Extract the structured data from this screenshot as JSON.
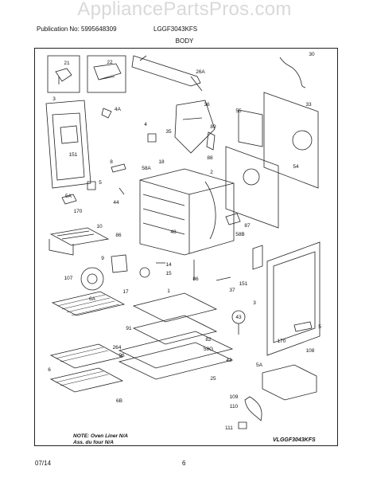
{
  "watermark": "AppliancePartsPros.com",
  "header": {
    "publication": "Publication No: 5995648309",
    "model": "LGGF3043KFS"
  },
  "title": "BODY",
  "note": {
    "line1": "NOTE: Oven Liner N/A",
    "line2": "Ass. du four N/A"
  },
  "diagram_code": "VLGGF3043KFS",
  "footer": {
    "date": "07/14",
    "page": "6"
  },
  "callouts": [
    {
      "id": "c21",
      "text": "21"
    },
    {
      "id": "c22",
      "text": "22"
    },
    {
      "id": "c26A",
      "text": "26A"
    },
    {
      "id": "c30",
      "text": "30"
    },
    {
      "id": "c3a",
      "text": "3"
    },
    {
      "id": "c4A",
      "text": "4A"
    },
    {
      "id": "c36",
      "text": "36"
    },
    {
      "id": "c55",
      "text": "55"
    },
    {
      "id": "c33",
      "text": "33"
    },
    {
      "id": "c4",
      "text": "4"
    },
    {
      "id": "c35",
      "text": "35"
    },
    {
      "id": "c89",
      "text": "89"
    },
    {
      "id": "c151a",
      "text": "151"
    },
    {
      "id": "c18",
      "text": "18"
    },
    {
      "id": "c58A",
      "text": "58A"
    },
    {
      "id": "c2",
      "text": "2"
    },
    {
      "id": "c88",
      "text": "88"
    },
    {
      "id": "c54",
      "text": "54"
    },
    {
      "id": "c8",
      "text": "8"
    },
    {
      "id": "c5a",
      "text": "5"
    },
    {
      "id": "c5A",
      "text": "5A"
    },
    {
      "id": "c170a",
      "text": "170"
    },
    {
      "id": "c44",
      "text": "44"
    },
    {
      "id": "c10",
      "text": "10"
    },
    {
      "id": "c86a",
      "text": "86"
    },
    {
      "id": "c48",
      "text": "48"
    },
    {
      "id": "c87",
      "text": "87"
    },
    {
      "id": "c58B",
      "text": "58B"
    },
    {
      "id": "c9",
      "text": "9"
    },
    {
      "id": "c14",
      "text": "14"
    },
    {
      "id": "c15",
      "text": "15"
    },
    {
      "id": "c107",
      "text": "107"
    },
    {
      "id": "c17",
      "text": "17"
    },
    {
      "id": "c86b",
      "text": "86"
    },
    {
      "id": "c151b",
      "text": "151"
    },
    {
      "id": "c1",
      "text": "1"
    },
    {
      "id": "c6A",
      "text": "6A"
    },
    {
      "id": "c37",
      "text": "37"
    },
    {
      "id": "c3b",
      "text": "3"
    },
    {
      "id": "c43",
      "text": "43"
    },
    {
      "id": "c91",
      "text": "91"
    },
    {
      "id": "c82",
      "text": "82"
    },
    {
      "id": "c5b",
      "text": "5"
    },
    {
      "id": "c264",
      "text": "264"
    },
    {
      "id": "c96",
      "text": "96"
    },
    {
      "id": "c58G",
      "text": "58G"
    },
    {
      "id": "c170b",
      "text": "170"
    },
    {
      "id": "c108",
      "text": "108"
    },
    {
      "id": "c42",
      "text": "42"
    },
    {
      "id": "c5A2",
      "text": "5A"
    },
    {
      "id": "c6",
      "text": "6"
    },
    {
      "id": "c25",
      "text": "25"
    },
    {
      "id": "c6B",
      "text": "6B"
    },
    {
      "id": "c109",
      "text": "109"
    },
    {
      "id": "c110",
      "text": "110"
    },
    {
      "id": "c111",
      "text": "111"
    }
  ]
}
